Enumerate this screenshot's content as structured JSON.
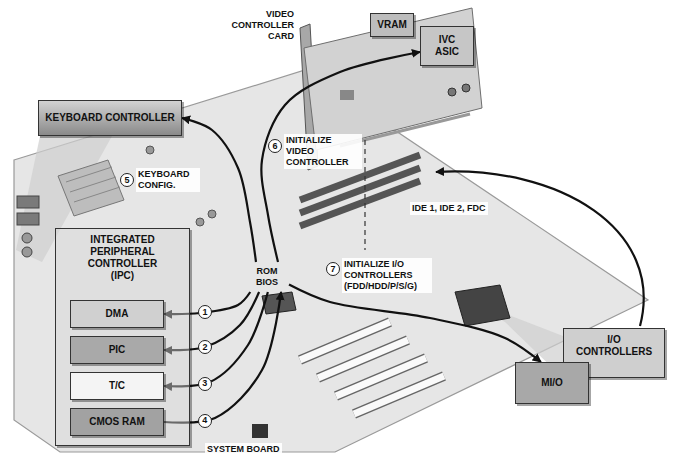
{
  "diagram": {
    "nodes": [
      {
        "text": [
          "VRAM"
        ]
      },
      {
        "text": [
          "IVC ASIC"
        ]
      },
      {
        "text": [
          "KEYBOARD CONTROLLER"
        ]
      },
      {
        "text": [
          "INTEGRATED PERIPHERAL CONTROLLER (IPC)"
        ]
      },
      {
        "text": [
          "DMA"
        ],
        "in": 3
      },
      {
        "text": [
          "PIC"
        ],
        "in": 3
      },
      {
        "text": [
          "T/C"
        ],
        "in": 3
      },
      {
        "text": [
          "CMOS RAM"
        ],
        "in": 3
      },
      {
        "text": [
          "ROM BIOS"
        ]
      },
      {
        "text": [
          "I/O CONTROLLERS"
        ]
      },
      {
        "text": [
          "MI/O"
        ]
      }
    ],
    "edges": [
      {
        "from": 8,
        "to": 4,
        "arrow": "to",
        "label": "1"
      },
      {
        "from": 8,
        "to": 5,
        "arrow": "to",
        "label": "2"
      },
      {
        "from": 8,
        "to": 6,
        "arrow": "to",
        "label": "3"
      },
      {
        "from": 7,
        "to": 8,
        "arrow": "to",
        "label": "4"
      },
      {
        "from": 8,
        "to": 2,
        "arrow": "to",
        "label": "KEYBOARD CONFIG."
      },
      {
        "from": 8,
        "to": 1,
        "arrow": "to",
        "label": "INITIALIZE VIDEO CONTROLLER"
      },
      {
        "from": 8,
        "to": 10,
        "arrow": "to",
        "label": "INITIALIZE I/O CONTROLLERS (FDD/HDD/P/S/G)"
      }
    ],
    "labels": [
      "VIDEO CONTROLLER CARD",
      "5",
      "6",
      "7",
      "IDE 1, IDE 2, FDC",
      "SYSTEM BOARD"
    ]
  }
}
